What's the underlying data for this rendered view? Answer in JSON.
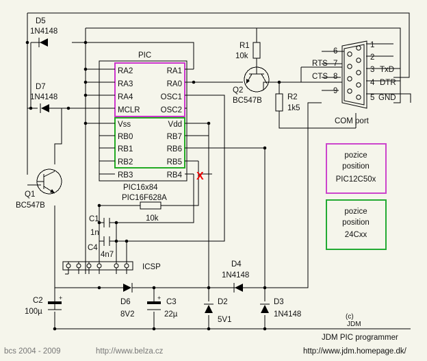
{
  "components": {
    "D5": {
      "ref": "D5",
      "part": "1N4148"
    },
    "D7": {
      "ref": "D7",
      "part": "1N4148"
    },
    "Q1": {
      "ref": "Q1",
      "part": "BC547B"
    },
    "Q2": {
      "ref": "Q2",
      "part": "BC547B"
    },
    "R1": {
      "ref": "R1",
      "value": "10k"
    },
    "R2": {
      "ref": "R2",
      "value": "1k5"
    },
    "R_rb": {
      "value": "10k"
    },
    "C1": {
      "ref": "C1",
      "value": "1n"
    },
    "C4": {
      "ref": "C4",
      "value": "4n7"
    },
    "C2": {
      "ref": "C2",
      "value": "100µ"
    },
    "C3": {
      "ref": "C3",
      "value": "22µ"
    },
    "D2": {
      "ref": "D2",
      "value": "5V1"
    },
    "D3": {
      "ref": "D3",
      "part": "1N4148"
    },
    "D4": {
      "ref": "D4",
      "part": "1N4148"
    },
    "D6": {
      "ref": "D6",
      "value": "8V2"
    }
  },
  "pic": {
    "title": "PIC",
    "left_pins": [
      "RA2",
      "RA3",
      "RA4",
      "MCLR",
      "Vss",
      "RB0",
      "RB1",
      "RB2",
      "RB3"
    ],
    "right_pins": [
      "RA1",
      "RA0",
      "OSC1",
      "OSC2",
      "Vdd",
      "RB7",
      "RB6",
      "RB5",
      "RB4"
    ],
    "part1": "PIC16x84",
    "part2": "PIC16F628A"
  },
  "com": {
    "pins_right": [
      "1",
      "2",
      "3",
      "4",
      "5"
    ],
    "pins_left": [
      "6",
      "7",
      "8",
      "9"
    ],
    "signals": {
      "txd": "TxD",
      "dtr": "DTR",
      "gnd": "GND",
      "rts": "RTS",
      "cts": "CTS"
    },
    "label": "COM port"
  },
  "icsp": "ICSP",
  "position_boxes": [
    {
      "line1": "pozice",
      "line2": "position",
      "line3": "PIC12C50x",
      "color": "#cc44cc"
    },
    {
      "line1": "pozice",
      "line2": "position",
      "line3": "24Cxx",
      "color": "#22aa33"
    }
  ],
  "mark_x": "X",
  "footer": {
    "copyright": "(c)",
    "jdm": "JDM",
    "title": "JDM PIC programmer",
    "credit": "bcs 2004 - 2009",
    "url_belza": "http://www.belza.cz",
    "url_jdm": "http://www.jdm.homepage.dk/"
  },
  "colors": {
    "pic_top": "#cc33cc",
    "pic_bottom": "#22aa22",
    "mark": "#ee0000",
    "background": "#f5f5eb"
  }
}
